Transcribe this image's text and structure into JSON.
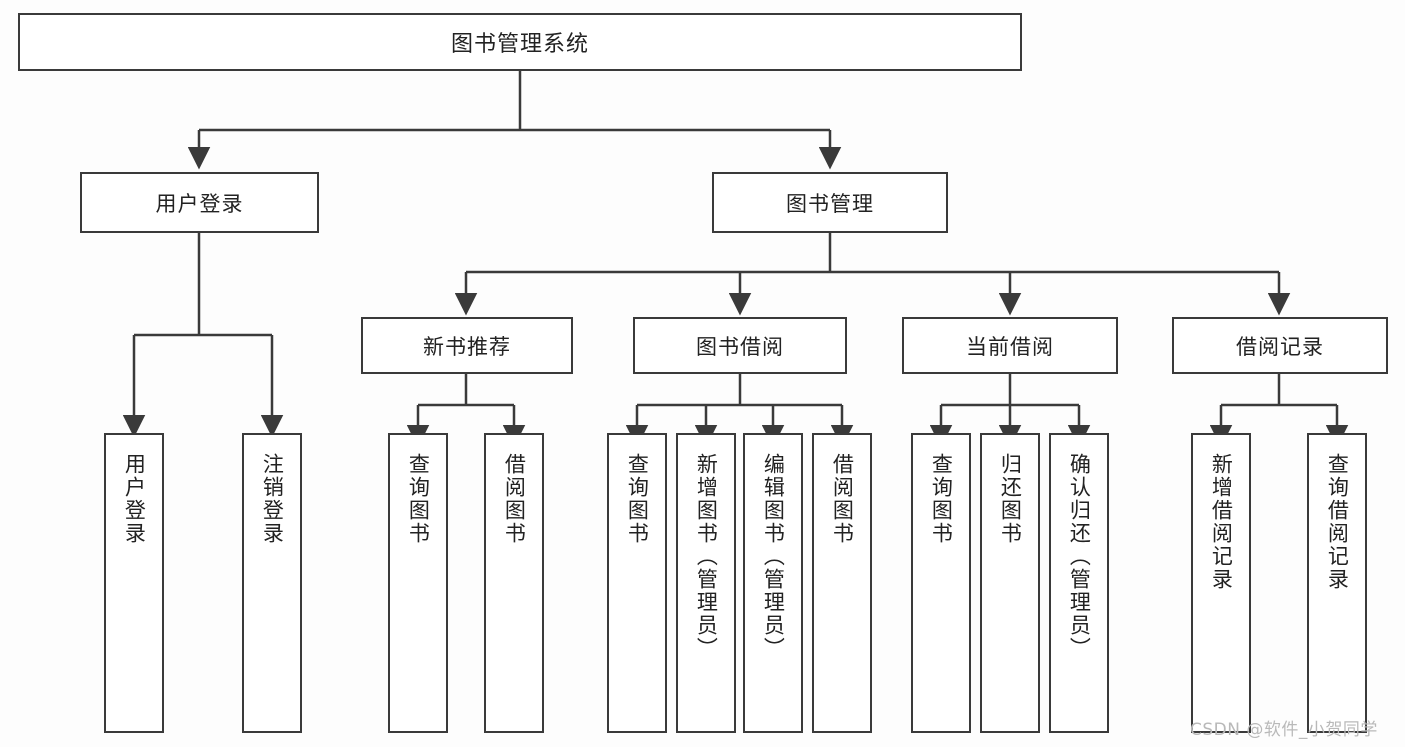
{
  "diagram": {
    "type": "tree",
    "title": "图书管理系统",
    "watermark": "CSDN @软件_小贺同学",
    "colors": {
      "stroke": "#3a3a3a",
      "fill": "#ffffff",
      "text": "#222222",
      "background": "#fdfdfd",
      "watermark": "#b9b9b9"
    },
    "root": {
      "label": "图书管理系统"
    },
    "level1": [
      {
        "label": "用户登录"
      },
      {
        "label": "图书管理"
      }
    ],
    "level2": [
      {
        "label": "新书推荐"
      },
      {
        "label": "图书借阅"
      },
      {
        "label": "当前借阅"
      },
      {
        "label": "借阅记录"
      }
    ],
    "leaves": {
      "user_login": [
        {
          "label": "用户登录"
        },
        {
          "label": "注销登录"
        }
      ],
      "new_book": [
        {
          "label": "查询图书"
        },
        {
          "label": "借阅图书"
        }
      ],
      "book_borrow": [
        {
          "label": "查询图书"
        },
        {
          "label": "新增图书（管理员）"
        },
        {
          "label": "编辑图书（管理员）"
        },
        {
          "label": "借阅图书"
        }
      ],
      "current_borrow": [
        {
          "label": "查询图书"
        },
        {
          "label": "归还图书"
        },
        {
          "label": "确认归还（管理员）"
        }
      ],
      "borrow_record": [
        {
          "label": "新增借阅记录"
        },
        {
          "label": "查询借阅记录"
        }
      ]
    }
  }
}
